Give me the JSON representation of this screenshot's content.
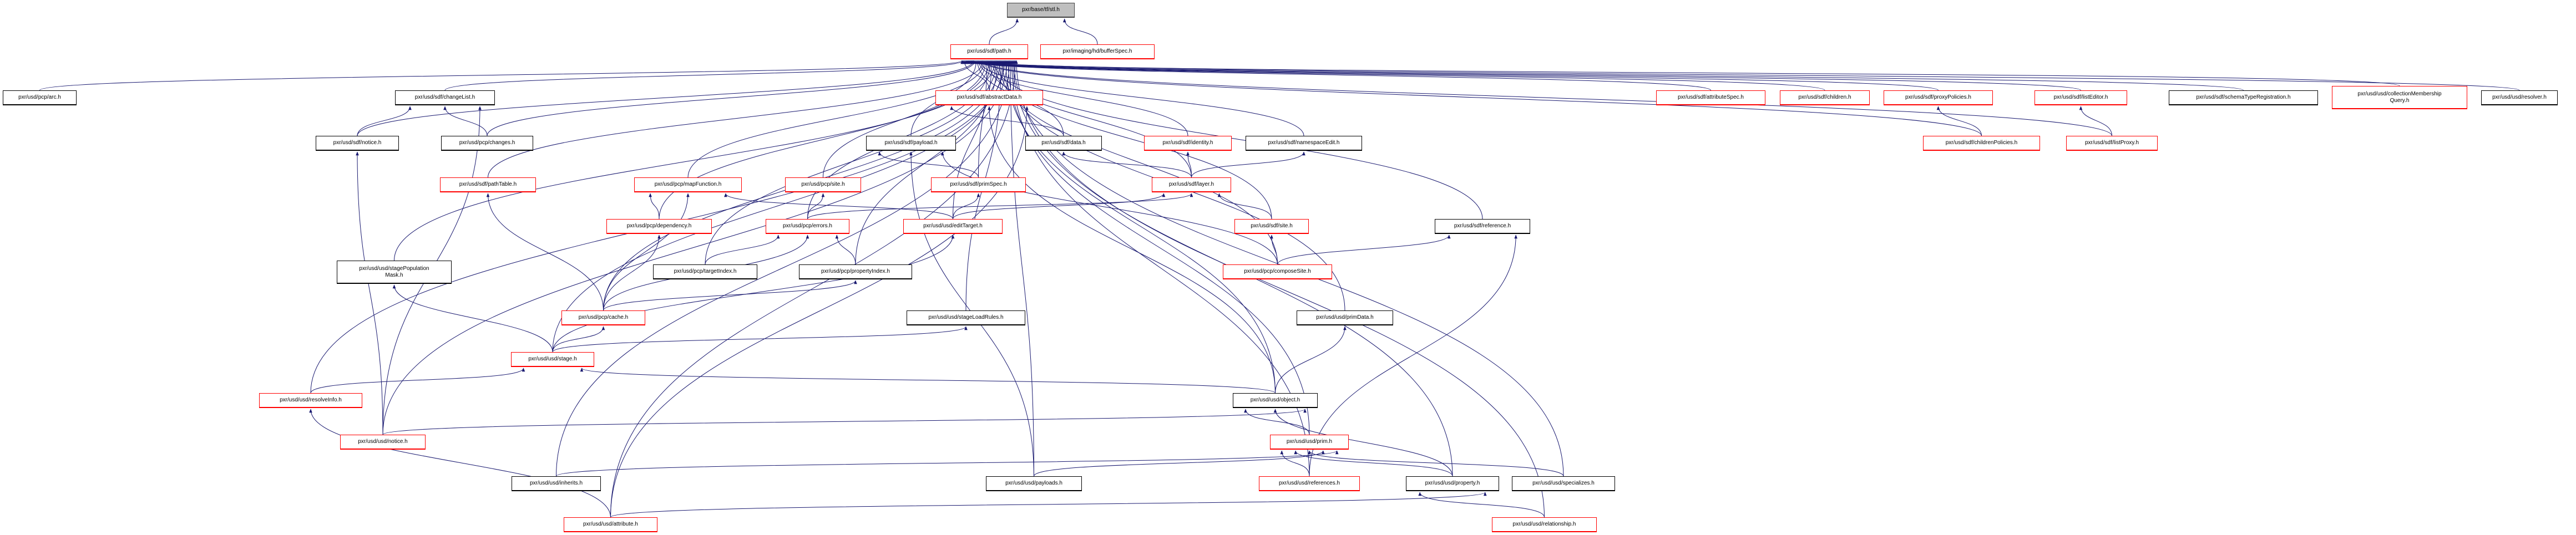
{
  "colors": {
    "edge": "#191970",
    "red_border": "#ff0000",
    "black_border": "#000000",
    "focus_fill": "#bfbfbf"
  },
  "nodes": [
    {
      "id": "stl",
      "label": "pxr/base/tf/stl.h",
      "border": "gray"
    },
    {
      "id": "path",
      "label": "pxr/usd/sdf/path.h",
      "border": "red"
    },
    {
      "id": "bufferSpec",
      "label": "pxr/imaging/hd/bufferSpec.h",
      "border": "red"
    },
    {
      "id": "arc",
      "label": "pxr/usd/pcp/arc.h",
      "border": "black"
    },
    {
      "id": "changeList",
      "label": "pxr/usd/sdf/changeList.h",
      "border": "black"
    },
    {
      "id": "abstractData",
      "label": "pxr/usd/sdf/abstractData.h",
      "border": "red"
    },
    {
      "id": "attributeSpec",
      "label": "pxr/usd/sdf/attributeSpec.h",
      "border": "red"
    },
    {
      "id": "children",
      "label": "pxr/usd/sdf/children.h",
      "border": "red"
    },
    {
      "id": "proxyPolicies",
      "label": "pxr/usd/sdf/proxyPolicies.h",
      "border": "red"
    },
    {
      "id": "listEditor",
      "label": "pxr/usd/sdf/listEditor.h",
      "border": "red"
    },
    {
      "id": "schemaTypeRegistration",
      "label": "pxr/usd/sdf/schemaTypeRegistration.h",
      "border": "black"
    },
    {
      "id": "collectionMembershipQuery",
      "label": "pxr/usd/usd/collectionMembership\nQuery.h",
      "border": "red"
    },
    {
      "id": "resolver",
      "label": "pxr/usd/usd/resolver.h",
      "border": "black"
    },
    {
      "id": "sdfNotice",
      "label": "pxr/usd/sdf/notice.h",
      "border": "black"
    },
    {
      "id": "changes",
      "label": "pxr/usd/pcp/changes.h",
      "border": "black"
    },
    {
      "id": "payload",
      "label": "pxr/usd/sdf/payload.h",
      "border": "black"
    },
    {
      "id": "data",
      "label": "pxr/usd/sdf/data.h",
      "border": "black"
    },
    {
      "id": "identity",
      "label": "pxr/usd/sdf/identity.h",
      "border": "red"
    },
    {
      "id": "namespaceEdit",
      "label": "pxr/usd/sdf/namespaceEdit.h",
      "border": "black"
    },
    {
      "id": "childrenPolicies",
      "label": "pxr/usd/sdf/childrenPolicies.h",
      "border": "red"
    },
    {
      "id": "listProxy",
      "label": "pxr/usd/sdf/listProxy.h",
      "border": "red"
    },
    {
      "id": "pathTable",
      "label": "pxr/usd/sdf/pathTable.h",
      "border": "red"
    },
    {
      "id": "mapFunction",
      "label": "pxr/usd/pcp/mapFunction.h",
      "border": "red"
    },
    {
      "id": "pcpSite",
      "label": "pxr/usd/pcp/site.h",
      "border": "red"
    },
    {
      "id": "primSpec",
      "label": "pxr/usd/sdf/primSpec.h",
      "border": "red"
    },
    {
      "id": "layer",
      "label": "pxr/usd/sdf/layer.h",
      "border": "red"
    },
    {
      "id": "dependency",
      "label": "pxr/usd/pcp/dependency.h",
      "border": "red"
    },
    {
      "id": "errors",
      "label": "pxr/usd/pcp/errors.h",
      "border": "red"
    },
    {
      "id": "editTarget",
      "label": "pxr/usd/usd/editTarget.h",
      "border": "red"
    },
    {
      "id": "sdfSite",
      "label": "pxr/usd/sdf/site.h",
      "border": "red"
    },
    {
      "id": "reference",
      "label": "pxr/usd/sdf/reference.h",
      "border": "black"
    },
    {
      "id": "stagePopulationMask",
      "label": "pxr/usd/usd/stagePopulation\nMask.h",
      "border": "black"
    },
    {
      "id": "targetIndex",
      "label": "pxr/usd/pcp/targetIndex.h",
      "border": "black"
    },
    {
      "id": "propertyIndex",
      "label": "pxr/usd/pcp/propertyIndex.h",
      "border": "black"
    },
    {
      "id": "composeSite",
      "label": "pxr/usd/pcp/composeSite.h",
      "border": "red"
    },
    {
      "id": "cache",
      "label": "pxr/usd/pcp/cache.h",
      "border": "red"
    },
    {
      "id": "stageLoadRules",
      "label": "pxr/usd/usd/stageLoadRules.h",
      "border": "black"
    },
    {
      "id": "primData",
      "label": "pxr/usd/usd/primData.h",
      "border": "black"
    },
    {
      "id": "stage",
      "label": "pxr/usd/usd/stage.h",
      "border": "red"
    },
    {
      "id": "resolveInfo",
      "label": "pxr/usd/usd/resolveInfo.h",
      "border": "red"
    },
    {
      "id": "object",
      "label": "pxr/usd/usd/object.h",
      "border": "black"
    },
    {
      "id": "usdNotice",
      "label": "pxr/usd/usd/notice.h",
      "border": "red"
    },
    {
      "id": "prim",
      "label": "pxr/usd/usd/prim.h",
      "border": "red"
    },
    {
      "id": "inherits",
      "label": "pxr/usd/usd/inherits.h",
      "border": "black"
    },
    {
      "id": "payloads",
      "label": "pxr/usd/usd/payloads.h",
      "border": "black"
    },
    {
      "id": "references",
      "label": "pxr/usd/usd/references.h",
      "border": "red"
    },
    {
      "id": "property",
      "label": "pxr/usd/usd/property.h",
      "border": "black"
    },
    {
      "id": "specializes",
      "label": "pxr/usd/usd/specializes.h",
      "border": "black"
    },
    {
      "id": "attribute",
      "label": "pxr/usd/usd/attribute.h",
      "border": "red"
    },
    {
      "id": "relationship",
      "label": "pxr/usd/usd/relationship.h",
      "border": "red"
    }
  ],
  "edges": [
    [
      "path",
      "stl"
    ],
    [
      "bufferSpec",
      "stl"
    ],
    [
      "arc",
      "path"
    ],
    [
      "changeList",
      "path"
    ],
    [
      "abstractData",
      "path"
    ],
    [
      "attributeSpec",
      "path"
    ],
    [
      "children",
      "path"
    ],
    [
      "proxyPolicies",
      "path"
    ],
    [
      "listEditor",
      "path"
    ],
    [
      "schemaTypeRegistration",
      "path"
    ],
    [
      "collectionMembershipQuery",
      "path"
    ],
    [
      "resolver",
      "path"
    ],
    [
      "sdfNotice",
      "path"
    ],
    [
      "changes",
      "path"
    ],
    [
      "payload",
      "path"
    ],
    [
      "data",
      "path"
    ],
    [
      "identity",
      "path"
    ],
    [
      "namespaceEdit",
      "path"
    ],
    [
      "childrenPolicies",
      "path"
    ],
    [
      "listProxy",
      "path"
    ],
    [
      "pathTable",
      "path"
    ],
    [
      "mapFunction",
      "path"
    ],
    [
      "pcpSite",
      "path"
    ],
    [
      "primSpec",
      "path"
    ],
    [
      "layer",
      "path"
    ],
    [
      "dependency",
      "path"
    ],
    [
      "errors",
      "path"
    ],
    [
      "editTarget",
      "path"
    ],
    [
      "sdfSite",
      "path"
    ],
    [
      "reference",
      "path"
    ],
    [
      "stagePopulationMask",
      "path"
    ],
    [
      "targetIndex",
      "path"
    ],
    [
      "propertyIndex",
      "path"
    ],
    [
      "composeSite",
      "path"
    ],
    [
      "cache",
      "path"
    ],
    [
      "stageLoadRules",
      "path"
    ],
    [
      "primData",
      "path"
    ],
    [
      "stage",
      "path"
    ],
    [
      "resolveInfo",
      "path"
    ],
    [
      "object",
      "path"
    ],
    [
      "usdNotice",
      "path"
    ],
    [
      "prim",
      "path"
    ],
    [
      "inherits",
      "path"
    ],
    [
      "payloads",
      "path"
    ],
    [
      "references",
      "path"
    ],
    [
      "property",
      "path"
    ],
    [
      "specializes",
      "path"
    ],
    [
      "attribute",
      "path"
    ],
    [
      "relationship",
      "path"
    ],
    [
      "sdfNotice",
      "changeList"
    ],
    [
      "changes",
      "changeList"
    ],
    [
      "usdNotice",
      "changeList"
    ],
    [
      "usdNotice",
      "sdfNotice"
    ],
    [
      "data",
      "abstractData"
    ],
    [
      "object",
      "abstractData"
    ],
    [
      "attribute",
      "abstractData"
    ],
    [
      "primSpec",
      "payload"
    ],
    [
      "payloads",
      "payload"
    ],
    [
      "composeSite",
      "payload"
    ],
    [
      "layer",
      "data"
    ],
    [
      "layer",
      "identity"
    ],
    [
      "layer",
      "namespaceEdit"
    ],
    [
      "editTarget",
      "primSpec"
    ],
    [
      "editTarget",
      "layer"
    ],
    [
      "errors",
      "layer"
    ],
    [
      "sdfSite",
      "layer"
    ],
    [
      "composeSite",
      "sdfSite"
    ],
    [
      "composeSite",
      "reference"
    ],
    [
      "references",
      "reference"
    ],
    [
      "dependency",
      "mapFunction"
    ],
    [
      "cache",
      "mapFunction"
    ],
    [
      "editTarget",
      "mapFunction"
    ],
    [
      "errors",
      "pcpSite"
    ],
    [
      "targetIndex",
      "errors"
    ],
    [
      "cache",
      "errors"
    ],
    [
      "propertyIndex",
      "errors"
    ],
    [
      "cache",
      "dependency"
    ],
    [
      "cache",
      "propertyIndex"
    ],
    [
      "cache",
      "pathTable"
    ],
    [
      "stage",
      "cache"
    ],
    [
      "stage",
      "stagePopulationMask"
    ],
    [
      "stage",
      "editTarget"
    ],
    [
      "stage",
      "stageLoadRules"
    ],
    [
      "resolveInfo",
      "stage"
    ],
    [
      "object",
      "stage"
    ],
    [
      "object",
      "primData"
    ],
    [
      "prim",
      "object"
    ],
    [
      "property",
      "object"
    ],
    [
      "usdNotice",
      "object"
    ],
    [
      "references",
      "prim"
    ],
    [
      "property",
      "prim"
    ],
    [
      "specializes",
      "prim"
    ],
    [
      "payloads",
      "prim"
    ],
    [
      "inherits",
      "prim"
    ],
    [
      "relationship",
      "property"
    ],
    [
      "attribute",
      "property"
    ],
    [
      "attribute",
      "resolveInfo"
    ],
    [
      "childrenPolicies",
      "proxyPolicies"
    ],
    [
      "listProxy",
      "listEditor"
    ]
  ]
}
